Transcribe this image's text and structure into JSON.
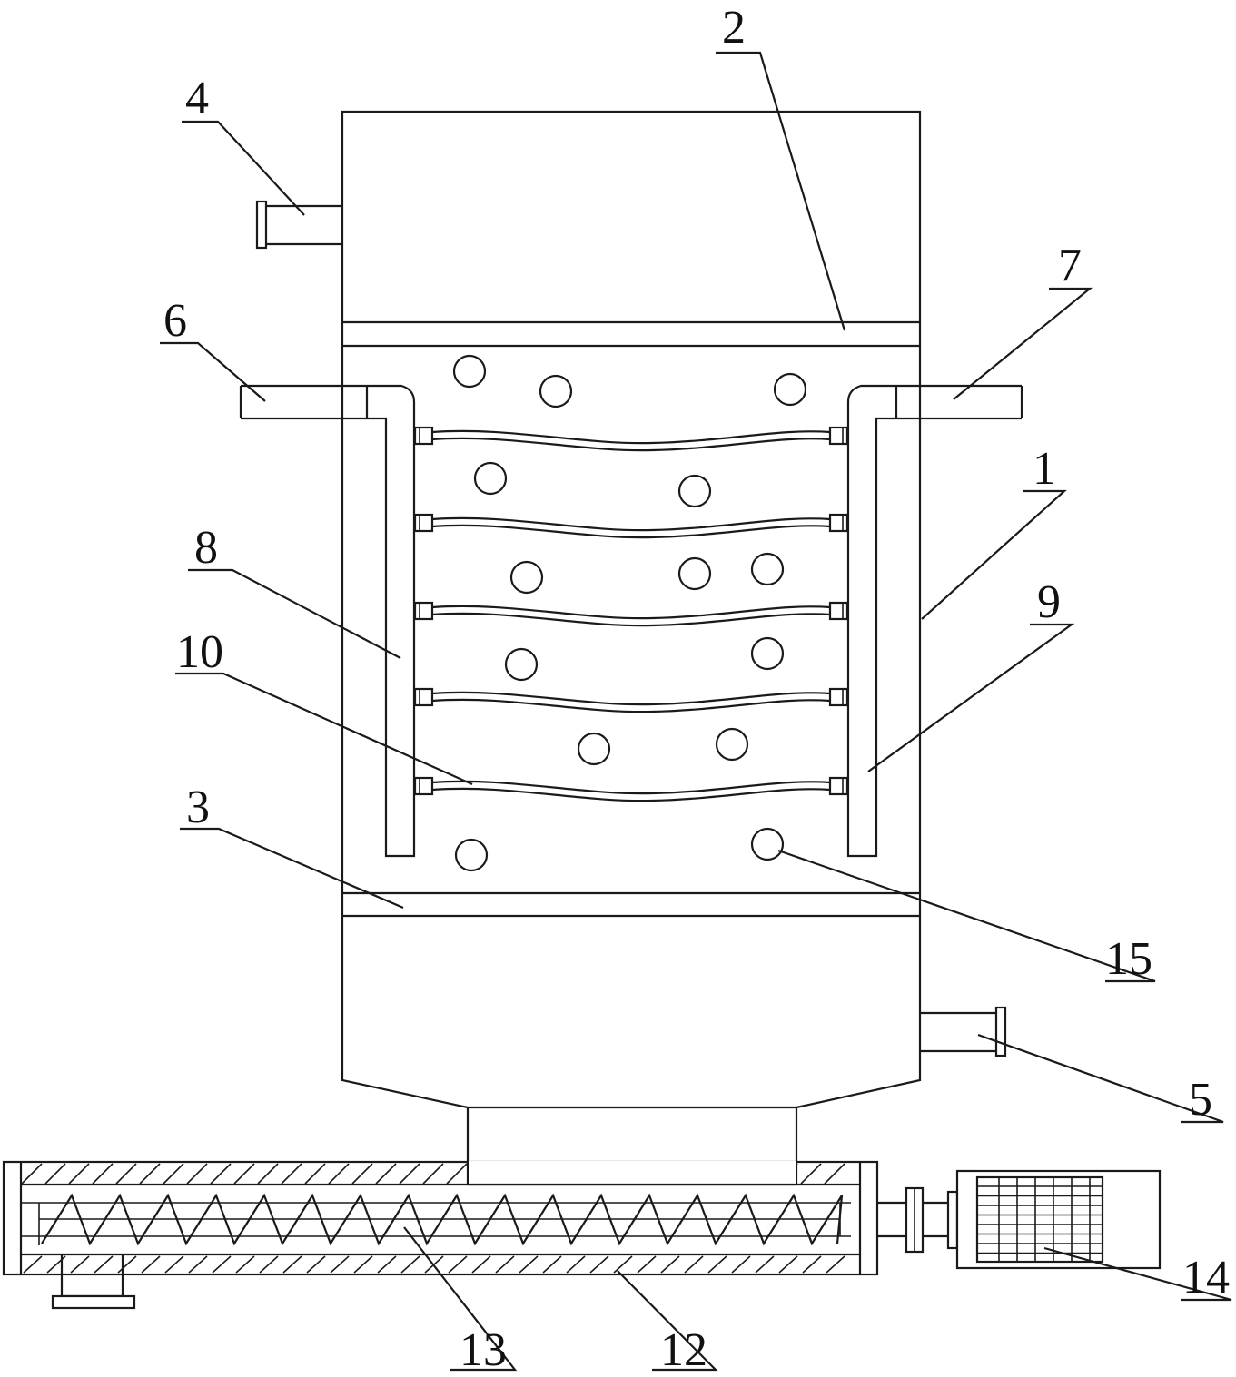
{
  "labels": {
    "l1": "1",
    "l2": "2",
    "l3": "3",
    "l4": "4",
    "l5": "5",
    "l6": "6",
    "l7": "7",
    "l8": "8",
    "l9": "9",
    "l10": "10",
    "l12": "12",
    "l13": "13",
    "l14": "14",
    "l15": "15"
  },
  "colors": {
    "line": "#1a1a1a",
    "background": "#ffffff"
  }
}
